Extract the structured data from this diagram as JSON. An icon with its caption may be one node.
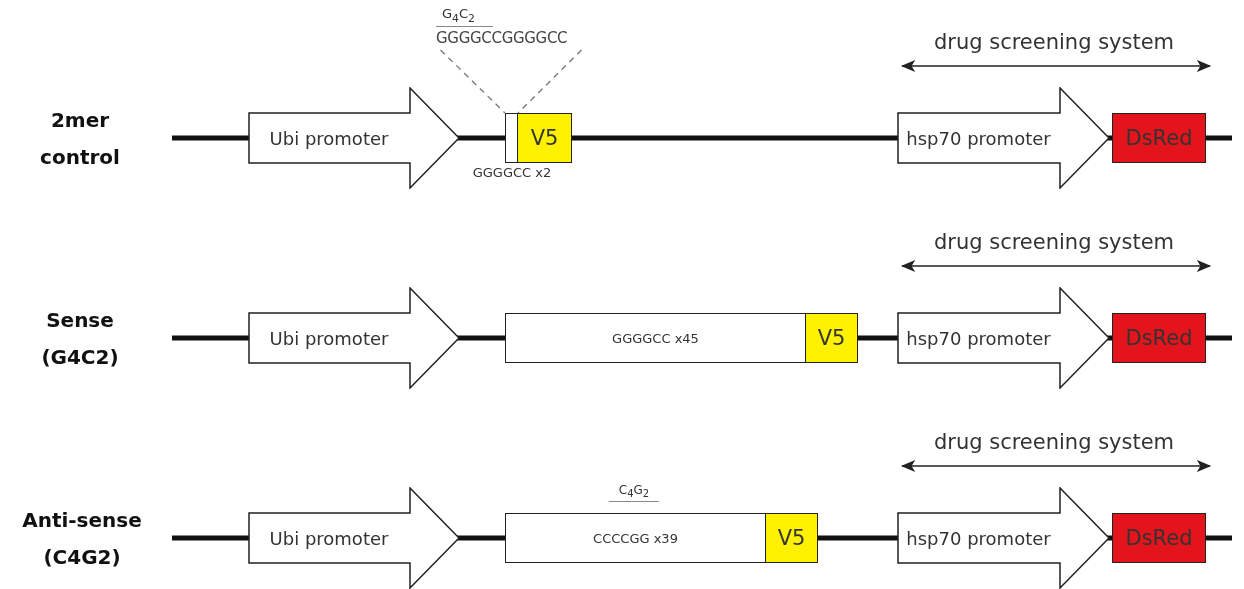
{
  "diagram": {
    "nodes": [
      {
        "text": [
          "G$_{4}$C$_{2}$",
          "GGGGCCGGGGCC"
        ]
      },
      {
        "text": [
          "Ubi promoter"
        ]
      },
      {
        "text": [],
        "shape": "box",
        "beside": [
          "GGGGCC x2"
        ]
      },
      {
        "text": [
          "V5"
        ]
      },
      {
        "text": [
          "hsp70 promoter"
        ]
      },
      {
        "text": [
          "DsRed"
        ]
      },
      {
        "text": [
          "Ubi promoter"
        ]
      },
      {
        "text": [
          "GGGGCC x45"
        ]
      },
      {
        "text": [
          "V5"
        ]
      },
      {
        "text": [
          "hsp70 promoter"
        ]
      },
      {
        "text": [
          "DsRed"
        ]
      },
      {
        "text": [
          "Ubi promoter"
        ]
      },
      {
        "text": [
          "CCCCGG x39"
        ],
        "beside": [
          "C$_{4}$G$_{2}$"
        ]
      },
      {
        "text": [
          "V5"
        ]
      },
      {
        "text": [
          "hsp70 promoter"
        ]
      },
      {
        "text": [
          "DsRed"
        ]
      }
    ],
    "edges": [
      {
        "from": 0,
        "to": 2,
        "arrow": "none",
        "style": "dashed"
      },
      {
        "from": 0,
        "to": 2,
        "arrow": "none",
        "style": "dashed"
      }
    ],
    "labels": [
      "drug screening system",
      "2mer control",
      "drug screening system",
      "Sense (G4C2)",
      "drug screening system",
      "Anti-sense (C4G2)"
    ]
  }
}
